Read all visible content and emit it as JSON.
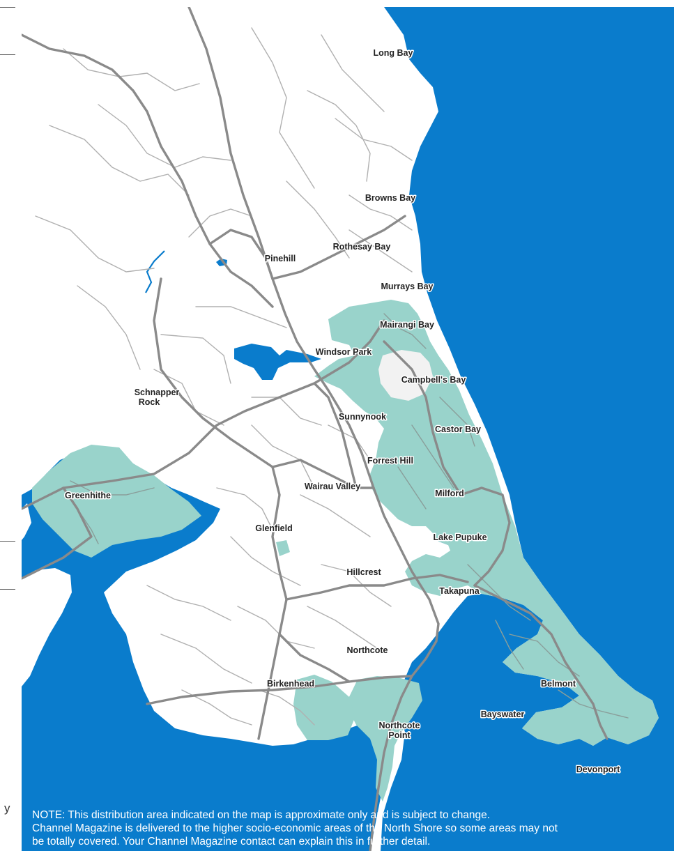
{
  "colors": {
    "water": "#0a7ccc",
    "land": "#ffffff",
    "coverage": "#99d3cb",
    "road": "#8a8a8a",
    "minor_road": "#b0b0b0",
    "label_text": "#222222",
    "note_text": "#ffffff"
  },
  "place_labels": [
    {
      "id": "long-bay",
      "text": "Long Bay"
    },
    {
      "id": "browns-bay",
      "text": "Browns Bay"
    },
    {
      "id": "rothesay-bay",
      "text": "Rothesay Bay"
    },
    {
      "id": "pinehill",
      "text": "Pinehill"
    },
    {
      "id": "murrays-bay",
      "text": "Murrays Bay"
    },
    {
      "id": "mairangi-bay",
      "text": "Mairangi Bay"
    },
    {
      "id": "windsor-park",
      "text": "Windsor Park"
    },
    {
      "id": "campbells-bay",
      "text": "Campbell's Bay"
    },
    {
      "id": "schnapper-rock",
      "text": "Schnapper Rock"
    },
    {
      "id": "sunnynook",
      "text": "Sunnynook"
    },
    {
      "id": "castor-bay",
      "text": "Castor Bay"
    },
    {
      "id": "forrest-hill",
      "text": "Forrest Hill"
    },
    {
      "id": "greenhithe",
      "text": "Greenhithe"
    },
    {
      "id": "wairau-valley",
      "text": "Wairau Valley"
    },
    {
      "id": "milford",
      "text": "Milford"
    },
    {
      "id": "glenfield",
      "text": "Glenfield"
    },
    {
      "id": "lake-pupuke",
      "text": "Lake Pupuke"
    },
    {
      "id": "hillcrest",
      "text": "Hillcrest"
    },
    {
      "id": "takapuna",
      "text": "Takapuna"
    },
    {
      "id": "northcote",
      "text": "Northcote"
    },
    {
      "id": "birkenhead",
      "text": "Birkenhead"
    },
    {
      "id": "belmont",
      "text": "Belmont"
    },
    {
      "id": "bayswater",
      "text": "Bayswater"
    },
    {
      "id": "northcote-point",
      "text": "Northcote Point"
    },
    {
      "id": "devonport",
      "text": "Devonport"
    }
  ],
  "note": {
    "line1": "NOTE: This distribution area indicated on the map is approximate only and is subject to change.",
    "line2": "Channel Magazine is delivered to the higher socio-economic areas of the North Shore so some areas may not",
    "line3": "be totally covered. Your Channel Magazine contact can explain this in further detail."
  },
  "edge_text": "y"
}
